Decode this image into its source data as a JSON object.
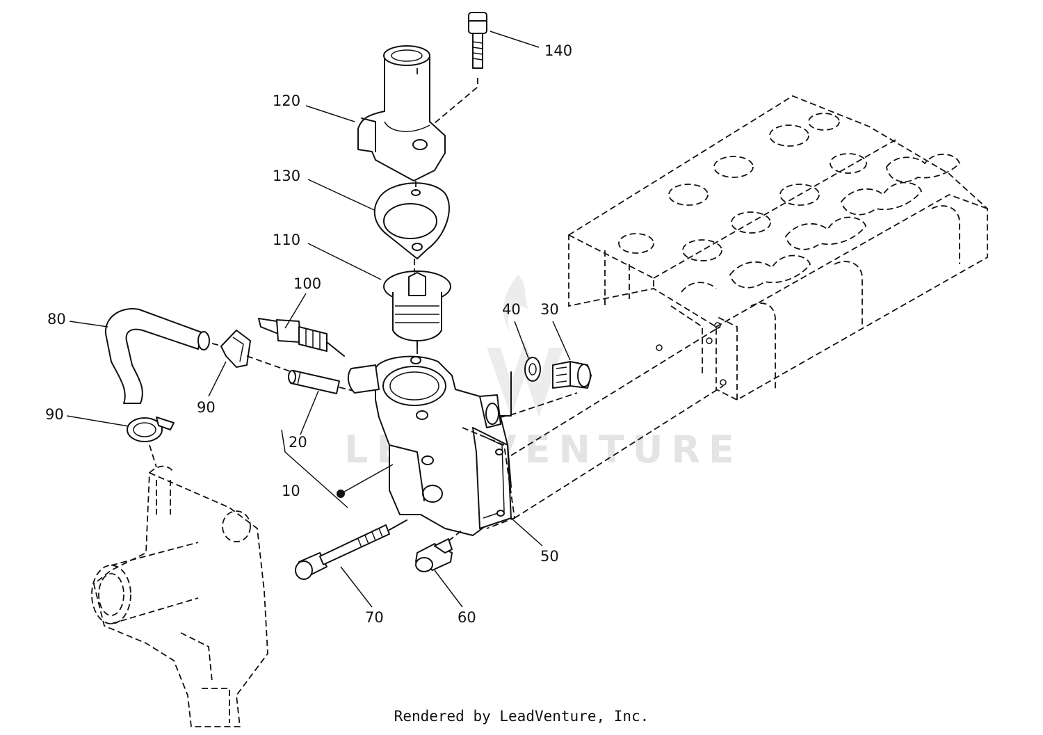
{
  "watermark": "LEADVENTURE",
  "footer": "Rendered by LeadVenture, Inc.",
  "callouts": {
    "c140": "140",
    "c120": "120",
    "c130": "130",
    "c110": "110",
    "c100": "100",
    "c80": "80",
    "c90a": "90",
    "c90b": "90",
    "c40": "40",
    "c30": "30",
    "c20": "20",
    "c10": "10",
    "c50": "50",
    "c70": "70",
    "c60": "60"
  }
}
